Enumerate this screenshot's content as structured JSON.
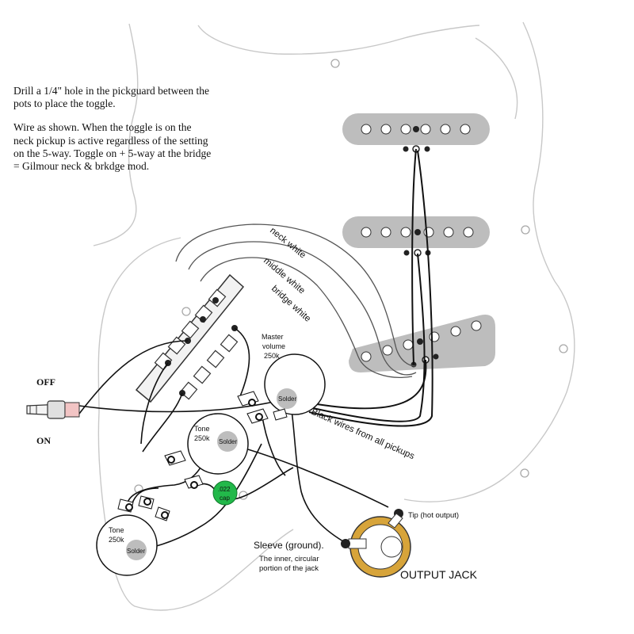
{
  "instructions": {
    "line1": "Drill a 1/4\" hole in the pickguard between the pots to place the toggle.",
    "line2": "Wire as shown. When the toggle is on the neck pickup is active regardless of the setting on the 5-way. Toggle on + 5-way at the bridge = Gilmour neck & brkdge mod."
  },
  "toggle": {
    "off_label": "OFF",
    "on_label": "ON"
  },
  "wires": {
    "neck": "neck white",
    "middle": "middle white",
    "bridge": "bridge white",
    "black": "Black wires from all pickups"
  },
  "master": {
    "line1": "Master",
    "line2": "volume",
    "line3": "250k",
    "solder": "Solder"
  },
  "tone1": {
    "line1": "Tone",
    "line2": "250k",
    "solder": "Solder"
  },
  "tone2": {
    "line1": "Tone",
    "line2": "250k",
    "solder": "Solder"
  },
  "cap": {
    "line1": ".022",
    "line2": "cap",
    "color": "#22b84a"
  },
  "jack": {
    "tip": "Tip (hot output)",
    "sleeve": "Sleeve (ground).",
    "sleeve_note1": "The inner, circular",
    "sleeve_note2": "portion of the jack",
    "title": "OUTPUT JACK",
    "ring_color": "#d7a43a"
  }
}
